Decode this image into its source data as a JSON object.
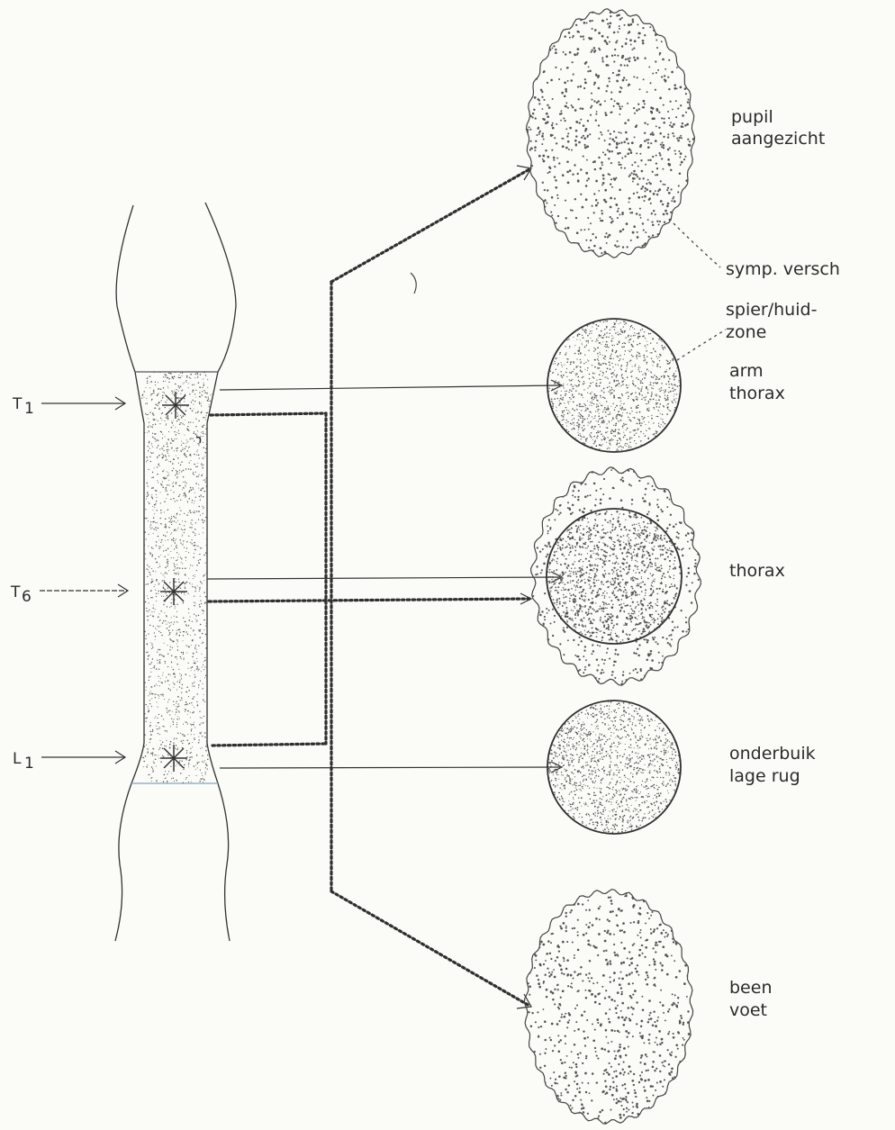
{
  "segments": {
    "t1": "T",
    "t1_sub": "1",
    "t6": "T",
    "t6_sub": "6",
    "l1": "L",
    "l1_sub": "1"
  },
  "labels": {
    "pupil_line1": "pupil",
    "pupil_line2": "aangezicht",
    "symp_versch": "symp. versch",
    "spier_line1": "spier/huid-",
    "spier_line2": "zone",
    "arm_line1": "arm",
    "arm_line2": "thorax",
    "thorax": "thorax",
    "onderbuik_line1": "onderbuik",
    "onderbuik_line2": "lage rug",
    "been_line1": "been",
    "been_line2": "voet"
  },
  "colors": {
    "ink": "#2f2f2f",
    "paper": "#fbfbf7",
    "stipple": "#555555"
  }
}
